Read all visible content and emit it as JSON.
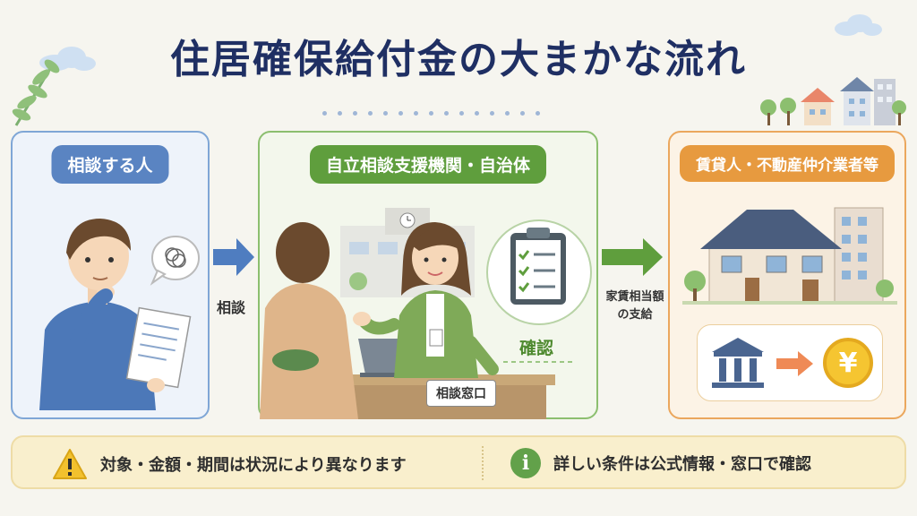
{
  "title": "住居確保給付金の大まかな流れ",
  "steps": [
    {
      "label": "相談する人"
    },
    {
      "label": "自立相談支援機関・自治体",
      "check_label": "確認",
      "desk_sign": "相談窓口"
    },
    {
      "label": "賃貸人・不動産仲介業者等",
      "currency_symbol": "¥"
    }
  ],
  "arrows": [
    {
      "label": "相談"
    },
    {
      "label_line1": "家賃相当額",
      "label_line2": "の支給"
    }
  ],
  "notes": [
    {
      "icon": "warning-icon",
      "text": "対象・金額・期間は状況により異なります"
    },
    {
      "icon": "info-icon",
      "text": "詳しい条件は公式情報・窓口で確認"
    }
  ],
  "colors": {
    "title": "#1f2f63",
    "blue": "#5a84c2",
    "green": "#5f9e3d",
    "orange": "#e79a3f",
    "warning": "#f2c12e",
    "info": "#62a14a"
  }
}
